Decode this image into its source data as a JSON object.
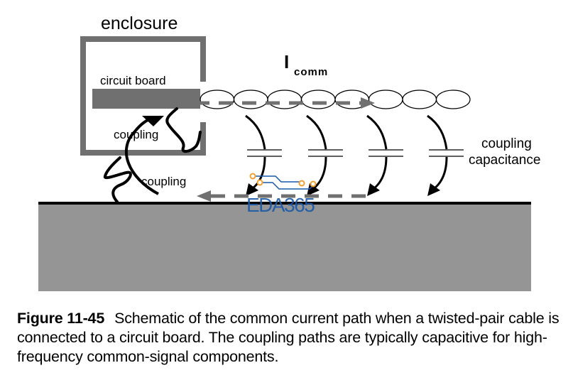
{
  "diagram": {
    "labels": {
      "enclosure": "enclosure",
      "circuit_board": "circuit board",
      "current_symbol": "I",
      "current_subscript": "comm",
      "coupling_inner": "coupling",
      "coupling_outer": "coupling",
      "coupling_capacitance_line1": "coupling",
      "coupling_capacitance_line2": "capacitance"
    },
    "watermark": {
      "text": "EDA365",
      "color": "#1a5aa8",
      "accent_color": "#f0a030"
    },
    "colors": {
      "enclosure": "#707070",
      "board": "#707070",
      "ground_plane": "#959595",
      "ground_edge": "#000000",
      "current_arrow": "#707070"
    },
    "cable_twists": 8,
    "capacitor_count": 4
  },
  "caption": {
    "figure_label": "Figure 11-45",
    "text": "Schematic of the common current path when a twisted-pair cable is connected to a circuit board. The coupling paths are typically capacitive for high-frequency common-signal components."
  }
}
